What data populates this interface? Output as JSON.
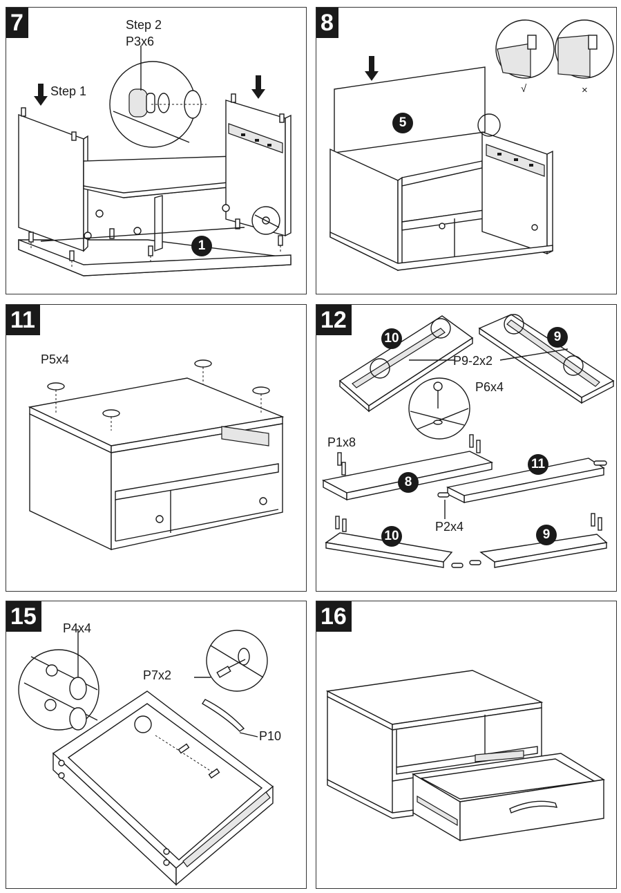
{
  "steps": [
    {
      "number": "7",
      "labels": {
        "step2": "Step 2",
        "part": "P3x6",
        "step1": "Step 1"
      },
      "badge": "1"
    },
    {
      "number": "8",
      "badge": "5",
      "marks": {
        "ok": "√",
        "wrong": "×"
      }
    },
    {
      "number": "11",
      "labels": {
        "part": "P5x4"
      }
    },
    {
      "number": "12",
      "labels": {
        "screw_rail": "P9-2x2",
        "screw": "P6x4",
        "cam_bolt": "P1x8",
        "dowel": "P2x4"
      },
      "badges": {
        "rail_left": "10",
        "rail_right": "9",
        "back_panel": "8",
        "front_panel": "11",
        "side_left": "10",
        "side_right": "9"
      }
    },
    {
      "number": "15",
      "labels": {
        "cam": "P4x4",
        "screw": "P7x2",
        "handle": "P10"
      }
    },
    {
      "number": "16"
    }
  ]
}
